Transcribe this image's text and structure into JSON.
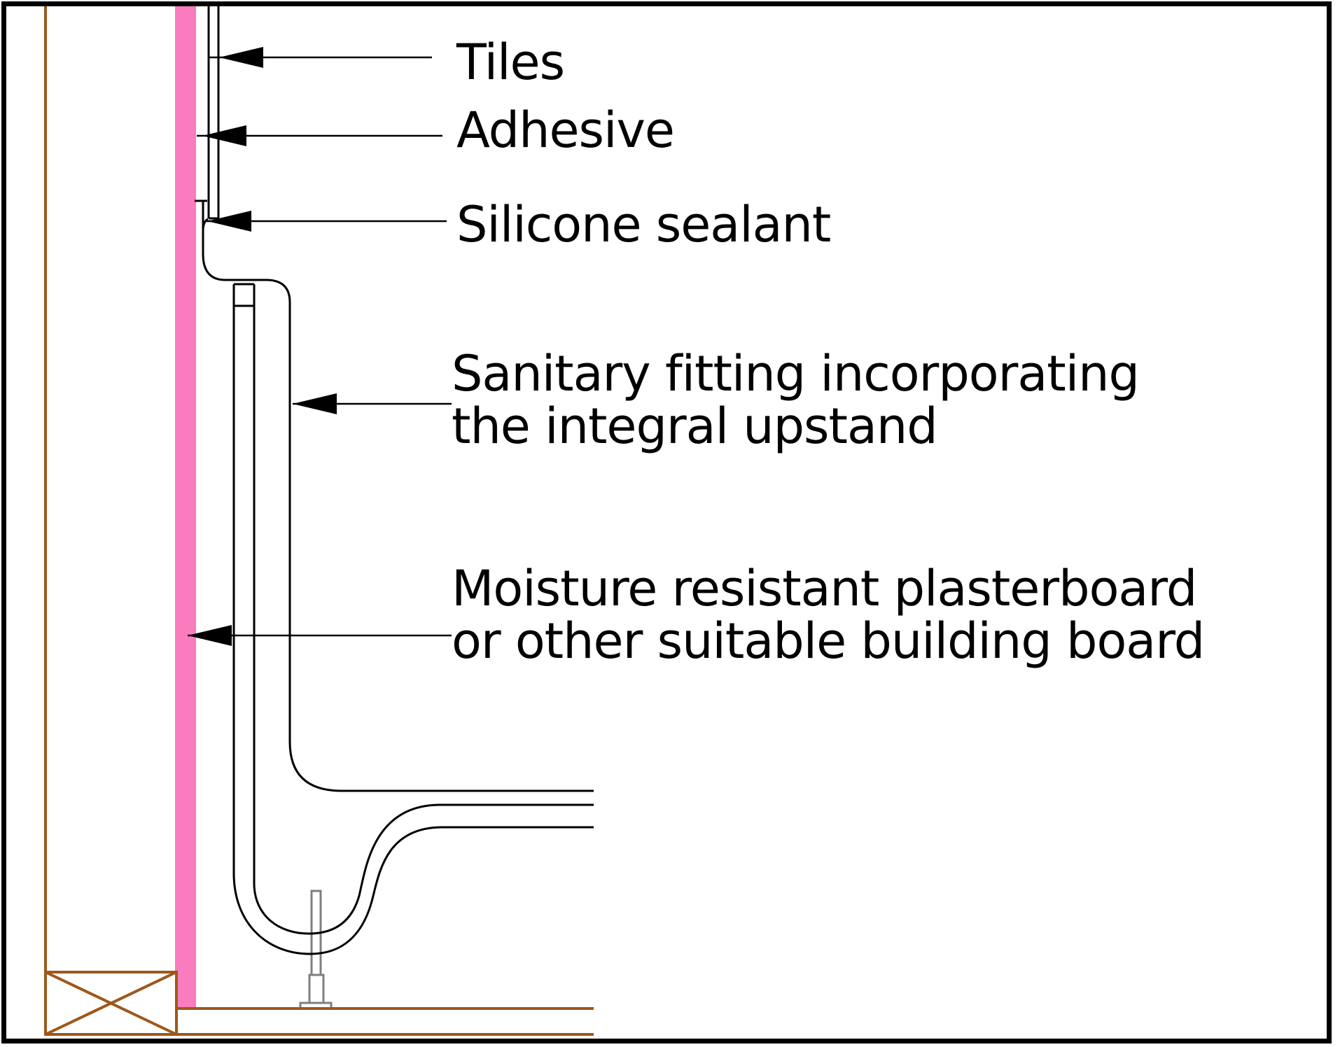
{
  "labels": {
    "tiles": "Tiles",
    "adhesive": "Adhesive",
    "silicone_sealant": "Silicone sealant",
    "sanitary_fitting": [
      "Sanitary fitting incorporating",
      "the integral upstand"
    ],
    "plasterboard": [
      "Moisture resistant plasterboard",
      "or other suitable building board"
    ]
  },
  "colors": {
    "line_black": "#000000",
    "plasterboard_pink": "#f97cbe",
    "timber_brown": "#9e571a",
    "fitting_gray": "#7f7f7f",
    "background": "#ffffff"
  }
}
